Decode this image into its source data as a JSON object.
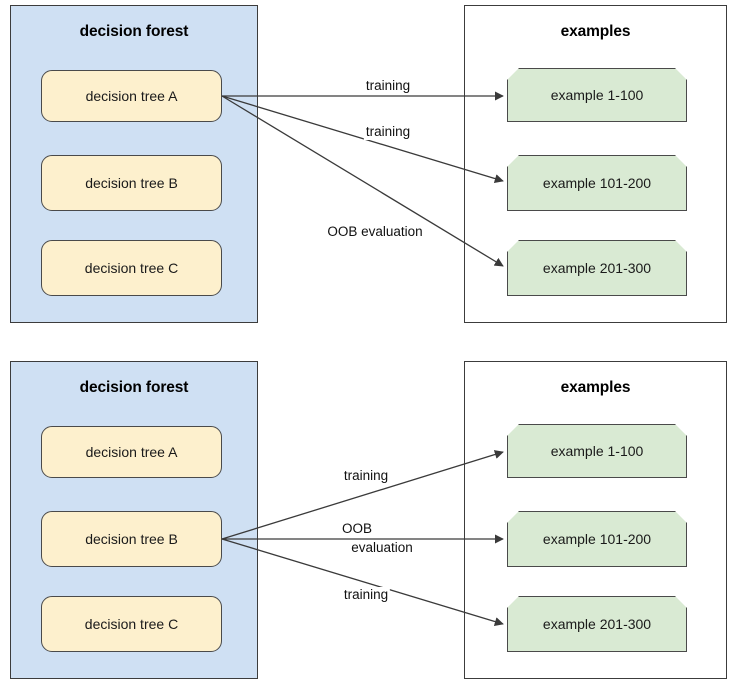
{
  "colors": {
    "forest_panel_fill": "#cfe0f3",
    "examples_panel_fill": "#ffffff",
    "tree_node_fill": "#fdf0cd",
    "example_node_fill": "#d9ead3",
    "node_border": "#4a4a4a",
    "panel_border": "#3c3c3c",
    "edge_stroke": "#3a3a3a",
    "text": "#000000"
  },
  "diagrams": [
    {
      "id": "diagram-tree-a",
      "forest": {
        "title": "decision forest",
        "trees": [
          {
            "label": "decision tree A",
            "active": true
          },
          {
            "label": "decision tree B",
            "active": false
          },
          {
            "label": "decision tree C",
            "active": false
          }
        ]
      },
      "examples": {
        "title": "examples",
        "items": [
          {
            "label": "example 1-100"
          },
          {
            "label": "example 101-200"
          },
          {
            "label": "example 201-300"
          }
        ]
      },
      "edges": [
        {
          "from": "decision tree A",
          "to": "example 1-100",
          "label": "training"
        },
        {
          "from": "decision tree A",
          "to": "example 101-200",
          "label": "training"
        },
        {
          "from": "decision tree A",
          "to": "example 201-300",
          "label": "OOB evaluation"
        }
      ]
    },
    {
      "id": "diagram-tree-b",
      "forest": {
        "title": "decision forest",
        "trees": [
          {
            "label": "decision tree A",
            "active": false
          },
          {
            "label": "decision tree B",
            "active": true
          },
          {
            "label": "decision tree C",
            "active": false
          }
        ]
      },
      "examples": {
        "title": "examples",
        "items": [
          {
            "label": "example 1-100"
          },
          {
            "label": "example 101-200"
          },
          {
            "label": "example 201-300"
          }
        ]
      },
      "edges": [
        {
          "from": "decision tree B",
          "to": "example 1-100",
          "label": "training"
        },
        {
          "from": "decision tree B",
          "to": "example 101-200",
          "label_line1": "OOB",
          "label_line2": "evaluation"
        },
        {
          "from": "decision tree B",
          "to": "example 201-300",
          "label": "training"
        }
      ]
    }
  ]
}
